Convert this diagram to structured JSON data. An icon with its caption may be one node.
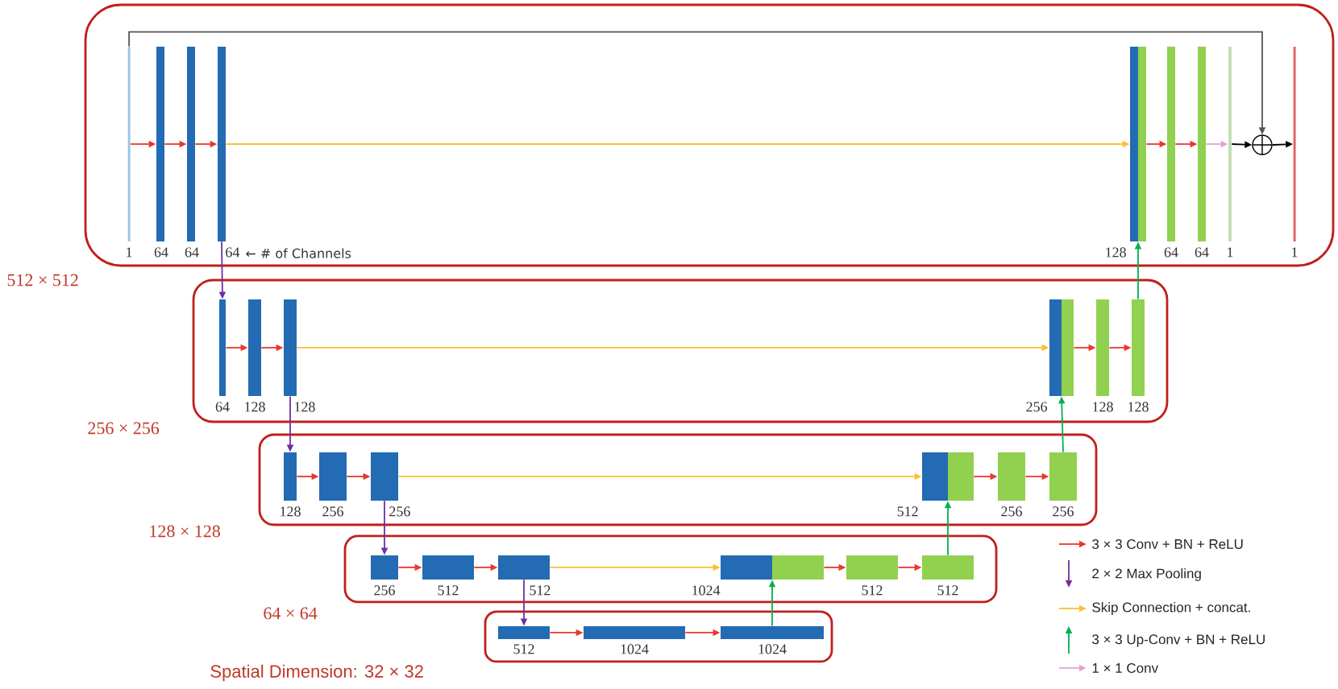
{
  "diagram": {
    "nodes": [
      {
        "text": [
          "512 × 512"
        ]
      },
      {
        "text": [
          "1"
        ],
        "in": 0
      },
      {
        "text": [
          "64"
        ],
        "in": 0
      },
      {
        "text": [
          "64"
        ],
        "in": 0
      },
      {
        "text": [
          "64"
        ],
        "in": 0
      },
      {
        "text": [
          "128"
        ],
        "in": 0
      },
      {
        "text": [
          "64"
        ],
        "in": 0
      },
      {
        "text": [
          "64"
        ],
        "in": 0
      },
      {
        "text": [
          "1"
        ],
        "in": 0
      },
      {
        "text": [],
        "shape": "circle",
        "in": 0
      },
      {
        "text": [
          "1"
        ],
        "in": 0
      },
      {
        "text": [
          "256 × 256"
        ]
      },
      {
        "text": [
          "64"
        ],
        "in": 11
      },
      {
        "text": [
          "128"
        ],
        "in": 11
      },
      {
        "text": [
          "128"
        ],
        "in": 11
      },
      {
        "text": [
          "256"
        ],
        "in": 11
      },
      {
        "text": [
          "128"
        ],
        "in": 11
      },
      {
        "text": [
          "128"
        ],
        "in": 11
      },
      {
        "text": [
          "128 × 128"
        ]
      },
      {
        "text": [
          "128"
        ],
        "in": 18
      },
      {
        "text": [
          "256"
        ],
        "in": 18
      },
      {
        "text": [
          "256"
        ],
        "in": 18
      },
      {
        "text": [
          "512"
        ],
        "in": 18
      },
      {
        "text": [
          "256"
        ],
        "in": 18
      },
      {
        "text": [
          "256"
        ],
        "in": 18
      },
      {
        "text": [
          "64 × 64"
        ]
      },
      {
        "text": [
          "256"
        ],
        "in": 25
      },
      {
        "text": [
          "512"
        ],
        "in": 25
      },
      {
        "text": [
          "512"
        ],
        "in": 25
      },
      {
        "text": [
          "1024"
        ],
        "in": 25
      },
      {
        "text": [
          "512"
        ],
        "in": 25
      },
      {
        "text": [
          "512"
        ],
        "in": 25
      },
      {
        "text": [
          "Spatial Dimension: 32 × 32"
        ]
      },
      {
        "text": [
          "512"
        ],
        "in": 32
      },
      {
        "text": [
          "1024"
        ],
        "in": 32
      },
      {
        "text": [
          "1024"
        ],
        "in": 32
      }
    ],
    "edges": [
      {
        "from": 1,
        "to": 2,
        "arrow": "to"
      },
      {
        "from": 2,
        "to": 3,
        "arrow": "to"
      },
      {
        "from": 3,
        "to": 4,
        "arrow": "to"
      },
      {
        "from": 4,
        "to": 5,
        "arrow": "to",
        "color": "#fbc02d"
      },
      {
        "from": 5,
        "to": 6,
        "arrow": "to"
      },
      {
        "from": 6,
        "to": 7,
        "arrow": "to"
      },
      {
        "from": 7,
        "to": 8,
        "arrow": "to",
        "color": "#e8a0d8"
      },
      {
        "from": 8,
        "to": 9,
        "arrow": "to",
        "color": "#000000"
      },
      {
        "from": 9,
        "to": 10,
        "arrow": "to",
        "color": "#000000"
      },
      {
        "from": 1,
        "to": 9,
        "arrow": "to",
        "color": "#555555"
      },
      {
        "from": 4,
        "to": 12,
        "arrow": "to",
        "color": "#7030a0"
      },
      {
        "from": 12,
        "to": 13,
        "arrow": "to"
      },
      {
        "from": 13,
        "to": 14,
        "arrow": "to"
      },
      {
        "from": 14,
        "to": 15,
        "arrow": "to",
        "color": "#fbc02d"
      },
      {
        "from": 15,
        "to": 16,
        "arrow": "to"
      },
      {
        "from": 16,
        "to": 17,
        "arrow": "to"
      },
      {
        "from": 17,
        "to": 5,
        "arrow": "to",
        "color": "#00b050"
      },
      {
        "from": 14,
        "to": 19,
        "arrow": "to",
        "color": "#7030a0"
      },
      {
        "from": 19,
        "to": 20,
        "arrow": "to"
      },
      {
        "from": 20,
        "to": 21,
        "arrow": "to"
      },
      {
        "from": 21,
        "to": 22,
        "arrow": "to",
        "color": "#fbc02d"
      },
      {
        "from": 22,
        "to": 23,
        "arrow": "to"
      },
      {
        "from": 23,
        "to": 24,
        "arrow": "to"
      },
      {
        "from": 24,
        "to": 15,
        "arrow": "to",
        "color": "#00b050"
      },
      {
        "from": 21,
        "to": 26,
        "arrow": "to",
        "color": "#7030a0"
      },
      {
        "from": 26,
        "to": 27,
        "arrow": "to"
      },
      {
        "from": 27,
        "to": 28,
        "arrow": "to"
      },
      {
        "from": 28,
        "to": 29,
        "arrow": "to",
        "color": "#fbc02d"
      },
      {
        "from": 29,
        "to": 30,
        "arrow": "to"
      },
      {
        "from": 30,
        "to": 31,
        "arrow": "to"
      },
      {
        "from": 31,
        "to": 22,
        "arrow": "to",
        "color": "#00b050"
      },
      {
        "from": 28,
        "to": 33,
        "arrow": "to",
        "color": "#7030a0"
      },
      {
        "from": 33,
        "to": 34,
        "arrow": "to"
      },
      {
        "from": 34,
        "to": 35,
        "arrow": "to"
      },
      {
        "from": 35,
        "to": 29,
        "arrow": "to",
        "color": "#00b050"
      }
    ],
    "labels": [
      "← # of Channels"
    ],
    "legend": [
      {
        "text": "3 × 3 Conv + BN + ReLU"
      },
      {
        "text": "2 × 2 Max Pooling"
      },
      {
        "text": "Skip Connection + concat."
      },
      {
        "text": "3 × 3 Up-Conv + BN + ReLU"
      },
      {
        "text": "1 × 1 Conv"
      }
    ]
  }
}
